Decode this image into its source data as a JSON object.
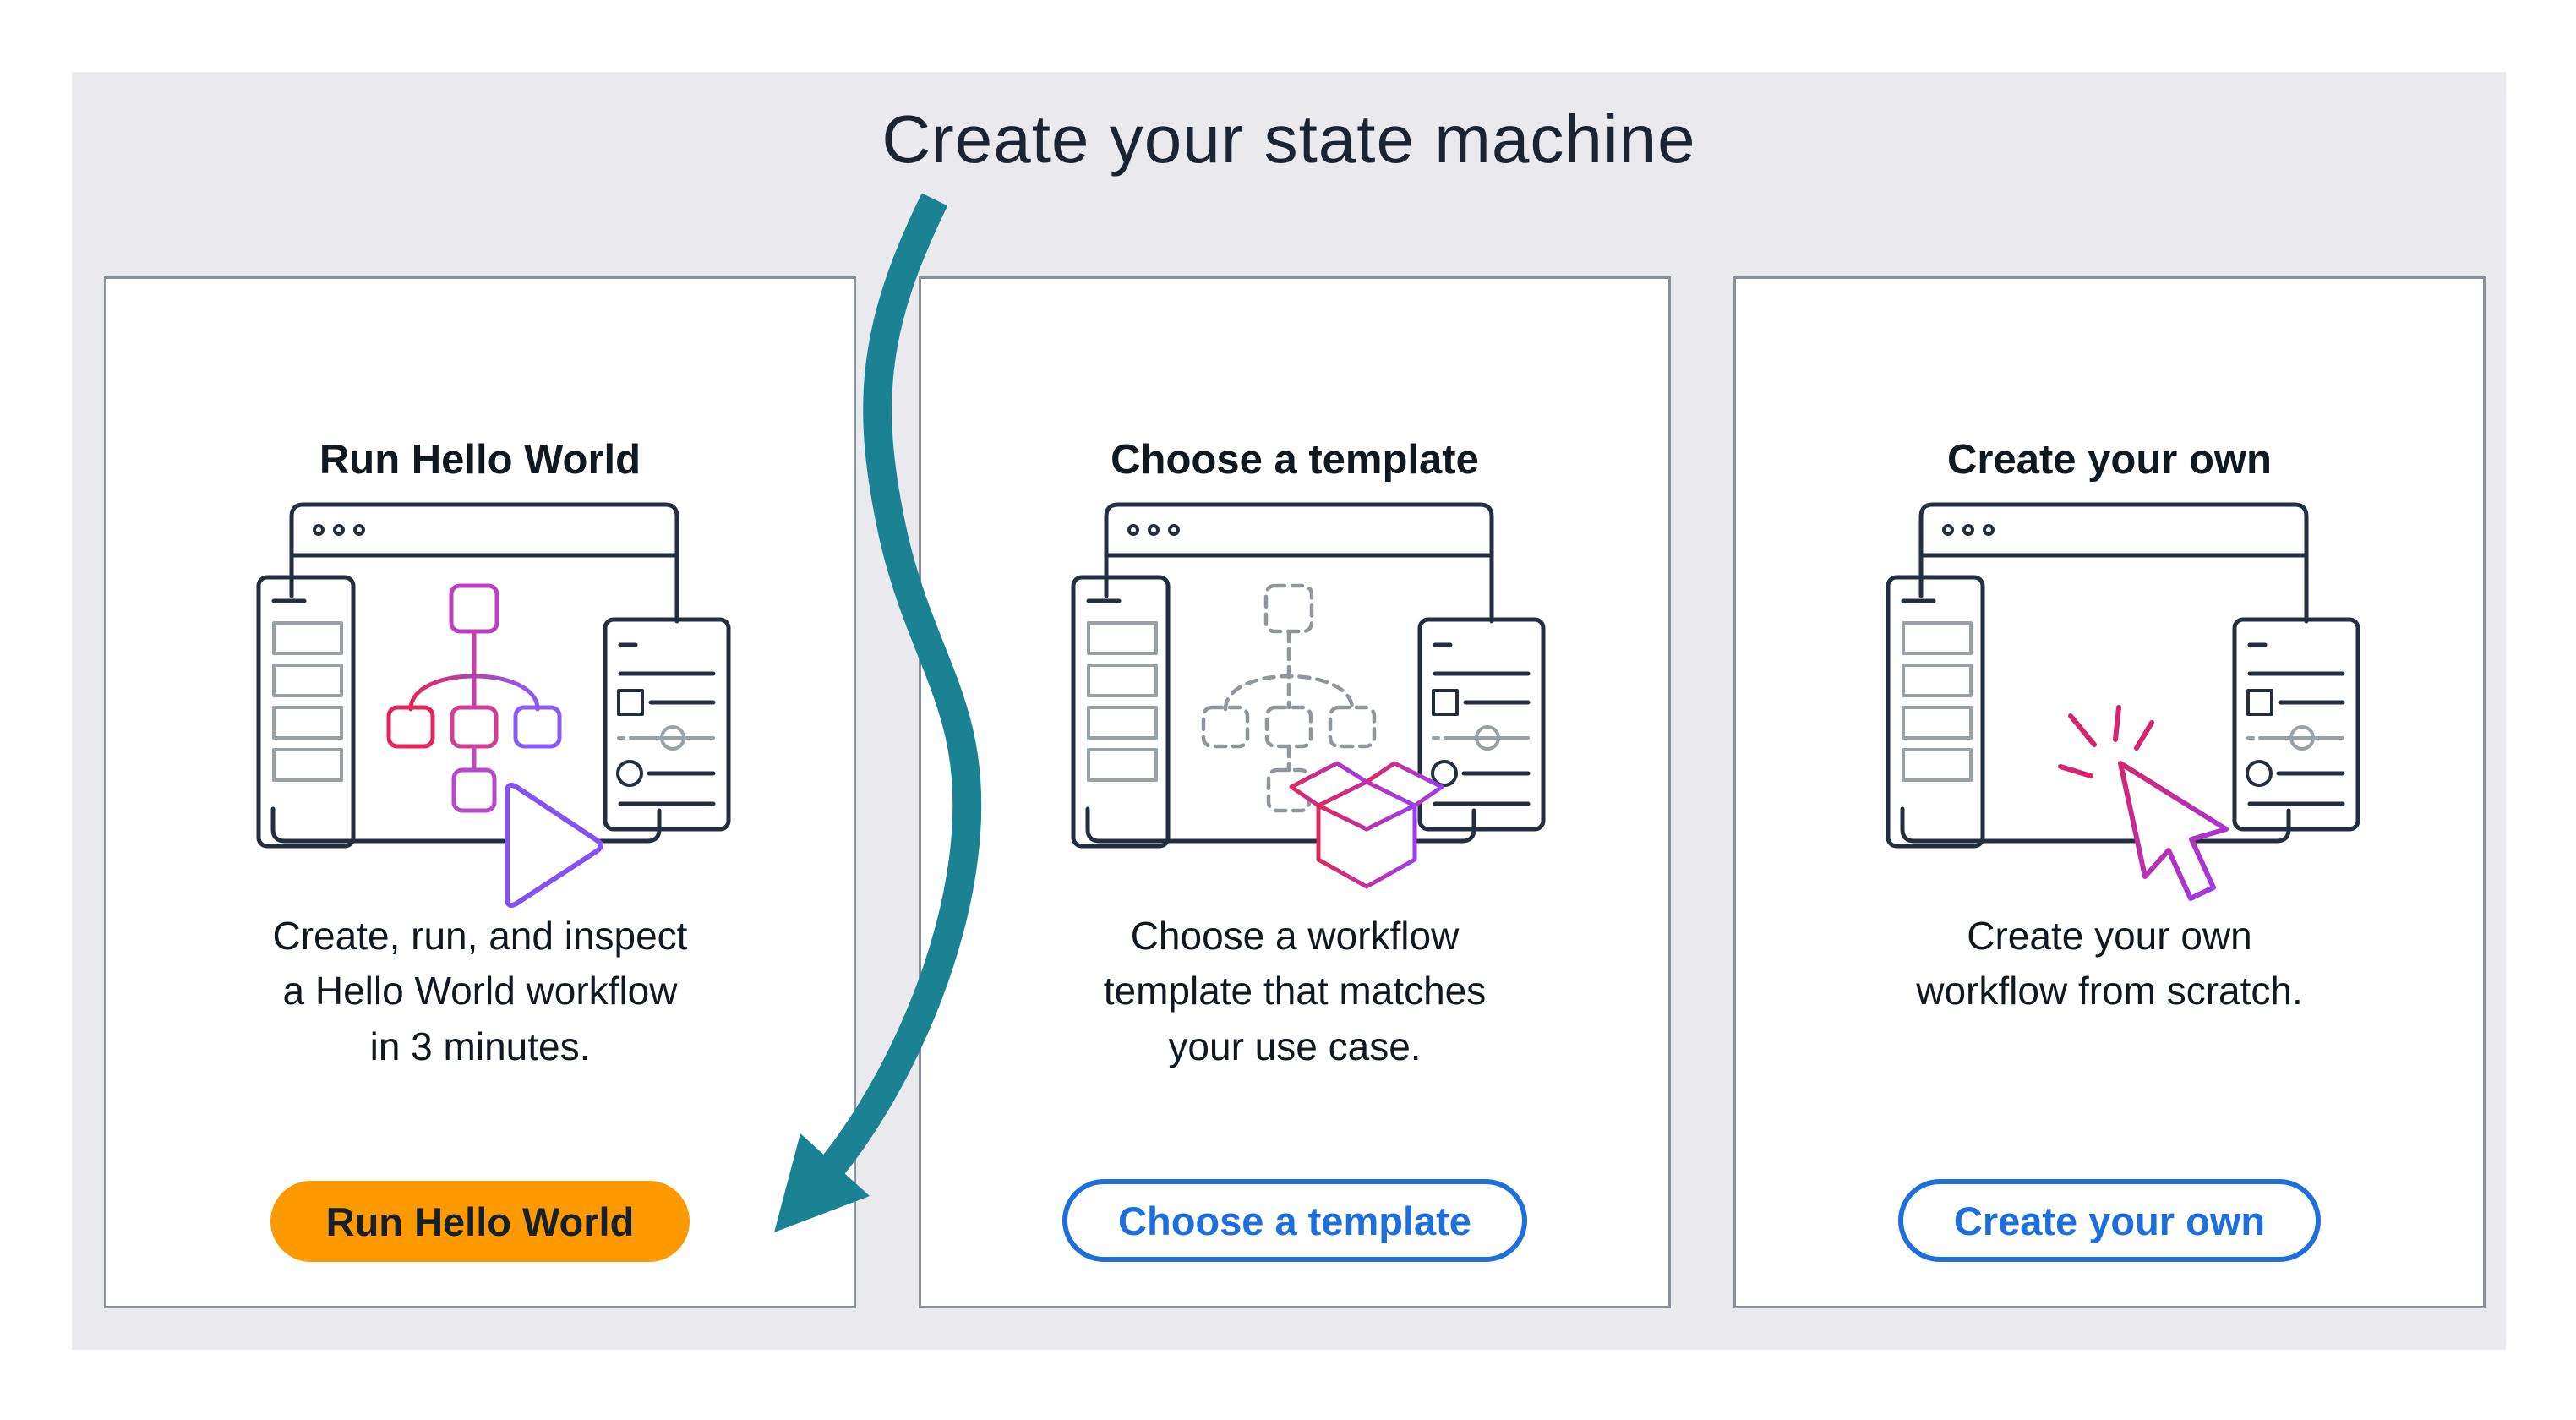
{
  "page": {
    "title": "Create your state machine"
  },
  "cards": [
    {
      "id": "run-hello-world",
      "heading": "Run Hello World",
      "description": "Create, run, and inspect\na Hello World workflow\nin 3 minutes.",
      "button_label": "Run Hello World",
      "button_style": "primary",
      "illustration": "workflow-diagram-with-play-icon"
    },
    {
      "id": "choose-a-template",
      "heading": "Choose a template",
      "description": "Choose a workflow\ntemplate that matches\nyour use case.",
      "button_label": "Choose a template",
      "button_style": "secondary",
      "illustration": "workflow-template-package-box-icon"
    },
    {
      "id": "create-your-own",
      "heading": "Create your own",
      "description": "Create your own\nworkflow from scratch.",
      "button_label": "Create your own",
      "button_style": "secondary",
      "illustration": "cursor-click-icon"
    }
  ],
  "icons": {
    "browser_window_icon": "outlined browser bar with 3 dots",
    "sidebar_panel_icon": "outlined list panel",
    "settings_panel_icon": "outlined panel with slider rows",
    "workflow_diagram_icon": "tree of connected state boxes",
    "play_icon": "▷",
    "package_box_icon": "open cardboard box outline",
    "cursor_click_icon": "arrow pointer with click sparks",
    "annotation_arrow_icon": "curved teal arrow pointing at Run Hello World button"
  },
  "colors": {
    "page_background": "#ffffff",
    "panel_background": "#e9e9ee",
    "card_border": "#8a9099",
    "heading_text": "#101820",
    "title_text": "#1b2430",
    "accent_orange": "#ff9900",
    "accent_blue": "#1e6fdb",
    "arrow_teal": "#1b8294",
    "illustration_navy": "#232f3e",
    "illustration_gray": "#98a0a8",
    "illustration_pink": "#e0275c",
    "illustration_purple": "#8a5cf6"
  }
}
